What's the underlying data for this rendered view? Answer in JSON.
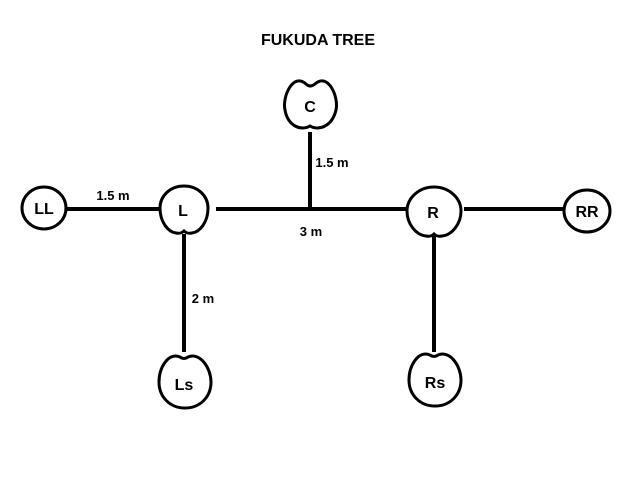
{
  "diagram": {
    "title": "FUKUDA TREE",
    "nodes": [
      {
        "id": "C",
        "label": "C",
        "shape": "notch-top"
      },
      {
        "id": "L",
        "label": "L",
        "shape": "notch-bottom"
      },
      {
        "id": "R",
        "label": "R",
        "shape": "notch-bottom"
      },
      {
        "id": "LL",
        "label": "LL",
        "shape": "circle"
      },
      {
        "id": "RR",
        "label": "RR",
        "shape": "circle"
      },
      {
        "id": "Ls",
        "label": "Ls",
        "shape": "notch-top"
      },
      {
        "id": "Rs",
        "label": "Rs",
        "shape": "notch-top"
      }
    ],
    "edges": [
      {
        "id": "ll-l",
        "from": "LL",
        "to": "L",
        "label": "1.5 m"
      },
      {
        "id": "l-r",
        "from": "L",
        "to": "R",
        "label": "3 m"
      },
      {
        "id": "junction-c",
        "from": "L-R midpoint",
        "to": "C",
        "label": "1.5 m"
      },
      {
        "id": "r-rr",
        "from": "R",
        "to": "RR",
        "label": ""
      },
      {
        "id": "l-ls",
        "from": "L",
        "to": "Ls",
        "label": "2 m"
      },
      {
        "id": "r-rs",
        "from": "R",
        "to": "Rs",
        "label": ""
      }
    ]
  }
}
